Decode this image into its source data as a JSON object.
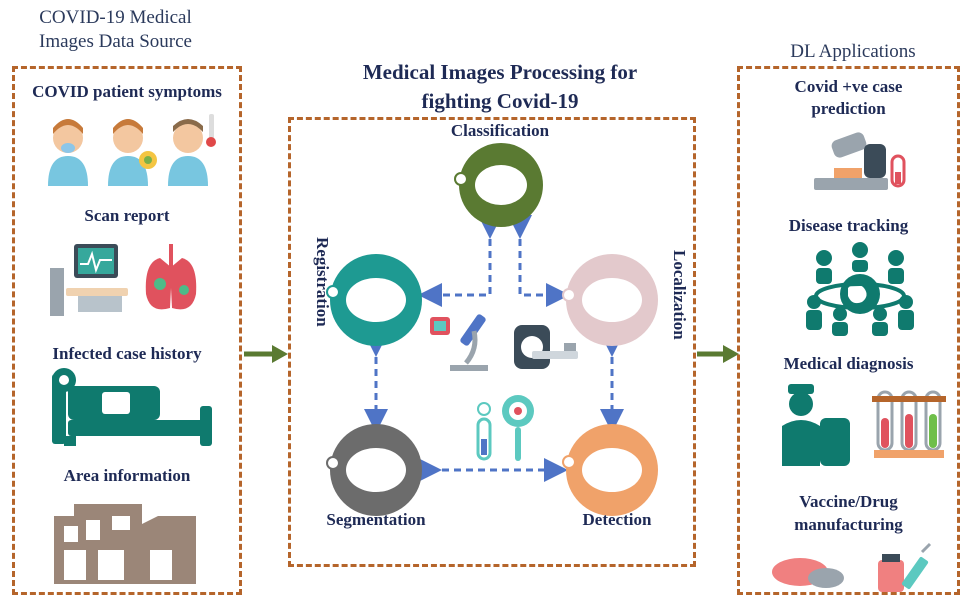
{
  "left_panel": {
    "caption_line1": "COVID-19 Medical",
    "caption_line2": "Images Data Source",
    "items": [
      "COVID patient symptoms",
      "Scan report",
      "Infected case history",
      "Area information"
    ]
  },
  "center_panel": {
    "title_line1": "Medical Images Processing for",
    "title_line2": "fighting Covid-19",
    "nodes": {
      "classification": "Classification",
      "registration": "Registration",
      "localization": "Localization",
      "segmentation": "Segmentation",
      "detection": "Detection"
    },
    "colors": {
      "classification": "#5a7a32",
      "registration": "#1e9a92",
      "localization": "#e3c9cc",
      "segmentation": "#6c6c6c",
      "detection": "#f0a26a",
      "arrow": "#4f74c6",
      "flow_arrow": "#5a7a32",
      "border": "#b5652b"
    }
  },
  "right_panel": {
    "caption": "DL Applications",
    "items": {
      "prediction_line1": "Covid +ve case",
      "prediction_line2": "prediction",
      "tracking": "Disease tracking",
      "diagnosis": "Medical diagnosis",
      "vaccine_line1": "Vaccine/Drug",
      "vaccine_line2": "manufacturing"
    }
  }
}
